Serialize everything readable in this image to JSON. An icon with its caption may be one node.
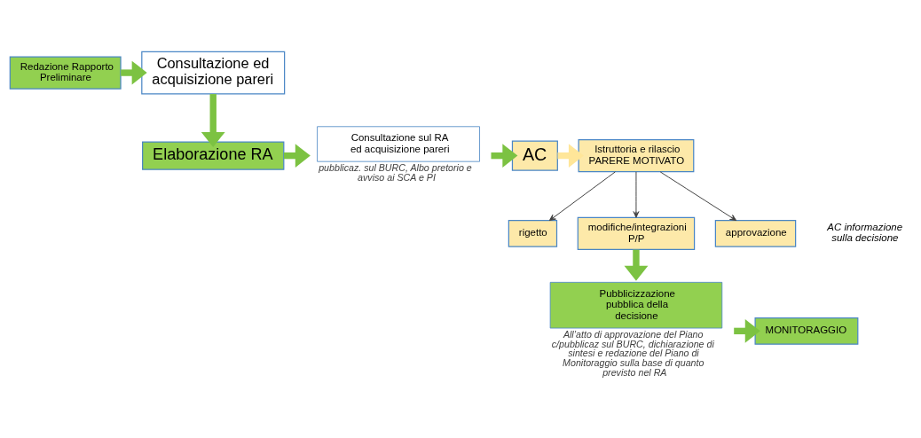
{
  "diagram": {
    "nodes": [
      {
        "text": [
          "Redazione Rapporto Preliminare"
        ]
      },
      {
        "text": [
          "Consultazione ed acquisizione pareri"
        ]
      },
      {
        "text": [
          "Elaborazione RA"
        ]
      },
      {
        "text": [
          "Consultazione sul RA ed acquisizione pareri"
        ],
        "beside": [
          "pubblicaz. sul BURC, Albo pretorio e avviso ai SCA e PI"
        ]
      },
      {
        "text": [
          "AC"
        ]
      },
      {
        "text": [
          "Istruttoria e rilascio PARERE MOTIVATO"
        ]
      },
      {
        "text": [
          "rigetto"
        ]
      },
      {
        "text": [
          "modifiche/integrazioni P/P"
        ]
      },
      {
        "text": [
          "approvazione"
        ]
      },
      {
        "text": [
          "Pubblicizzazione pubblica della decisione"
        ],
        "beside": [
          "All’atto di approvazione del Piano c/pubblicaz sul BURC, dichiarazione di sintesi e redazione del Piano di Monitoraggio sulla base di quanto previsto nel RA"
        ]
      },
      {
        "text": [
          "MONITORAGGIO"
        ]
      }
    ],
    "edges": [
      {
        "from": 0,
        "to": 1,
        "arrow": "to"
      },
      {
        "from": 1,
        "to": 2,
        "arrow": "to"
      },
      {
        "from": 2,
        "to": 3,
        "arrow": "to"
      },
      {
        "from": 3,
        "to": 4,
        "arrow": "to"
      },
      {
        "from": 4,
        "to": 5,
        "arrow": "to",
        "color": "#ffe699"
      },
      {
        "from": 5,
        "to": 6,
        "arrow": "to",
        "color": "#404040"
      },
      {
        "from": 5,
        "to": 7,
        "arrow": "to",
        "color": "#404040"
      },
      {
        "from": 5,
        "to": 8,
        "arrow": "to",
        "color": "#404040"
      },
      {
        "from": 7,
        "to": 9,
        "arrow": "to"
      },
      {
        "from": 9,
        "to": 10,
        "arrow": "to"
      }
    ],
    "labels": [
      "AC informazione sulla decisione"
    ]
  }
}
